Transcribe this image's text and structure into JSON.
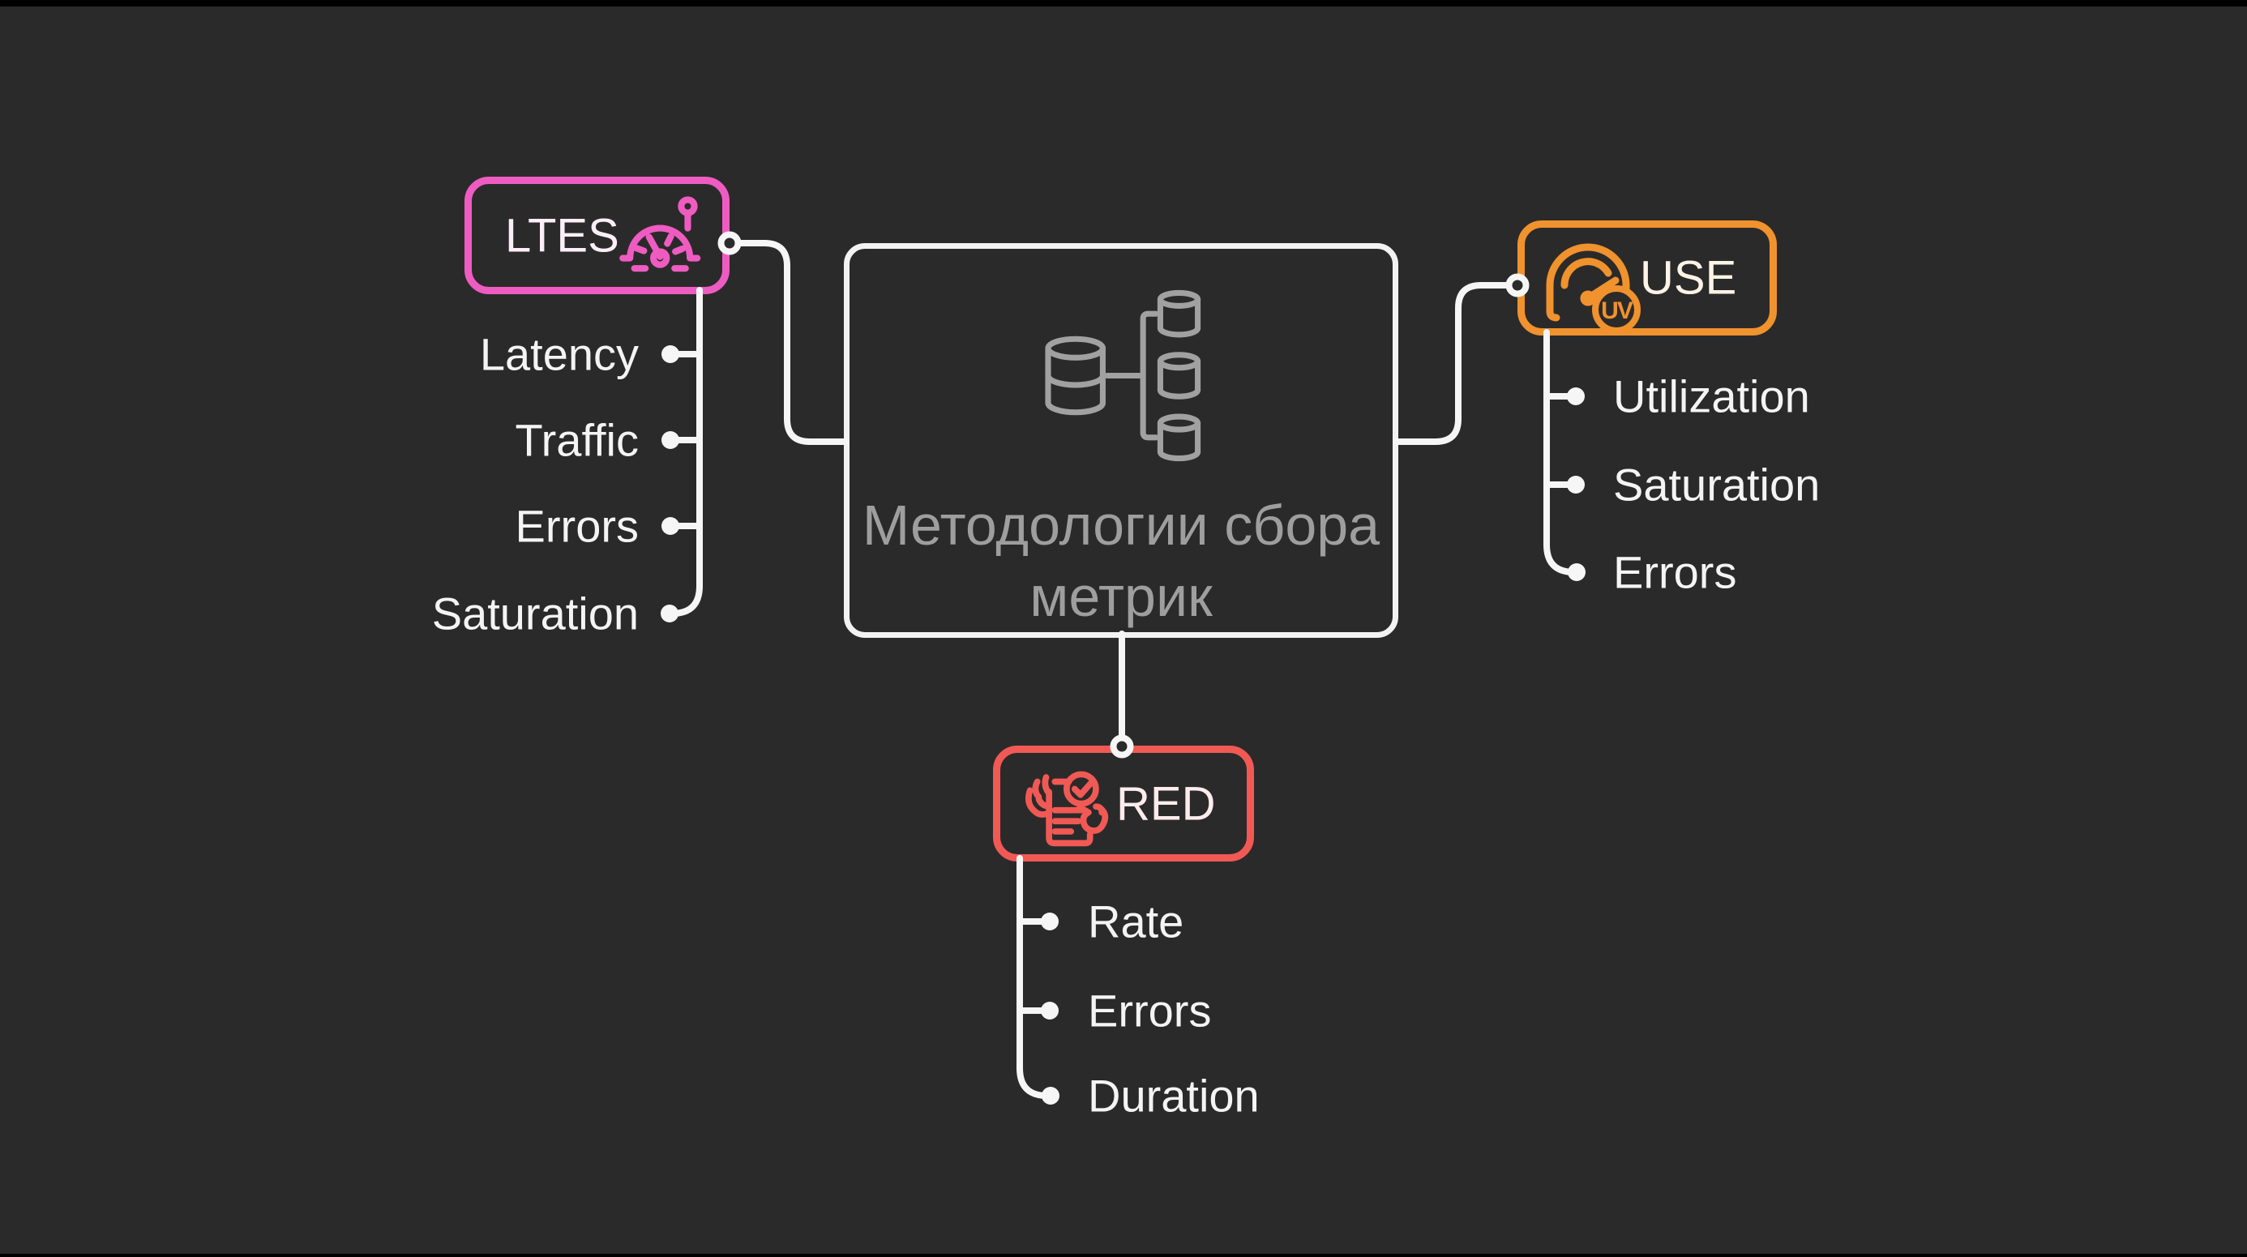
{
  "page": {
    "background_color": "#2b2a2a",
    "wire_color": "#f6f6f6"
  },
  "diagram": {
    "center": {
      "title": "Методологии сбора метрик",
      "icon": "database-tree-icon",
      "border_color": "#f2f2f2",
      "text_color": "#9e9e9e"
    },
    "branches": [
      {
        "id": "ltes",
        "label": "LTES",
        "icon": "gauge-pin-icon",
        "color": "#ee5cc1",
        "items": [
          "Latency",
          "Traffic",
          "Errors",
          "Saturation"
        ]
      },
      {
        "id": "use",
        "label": "USE",
        "icon": "speedometer-uv-icon",
        "icon_badge": "UV",
        "color": "#f0922e",
        "items": [
          "Utilization",
          "Saturation",
          "Errors"
        ]
      },
      {
        "id": "red",
        "label": "RED",
        "icon": "checklist-hand-icon",
        "color": "#f15955",
        "items": [
          "Rate",
          "Errors",
          "Duration"
        ]
      }
    ]
  }
}
